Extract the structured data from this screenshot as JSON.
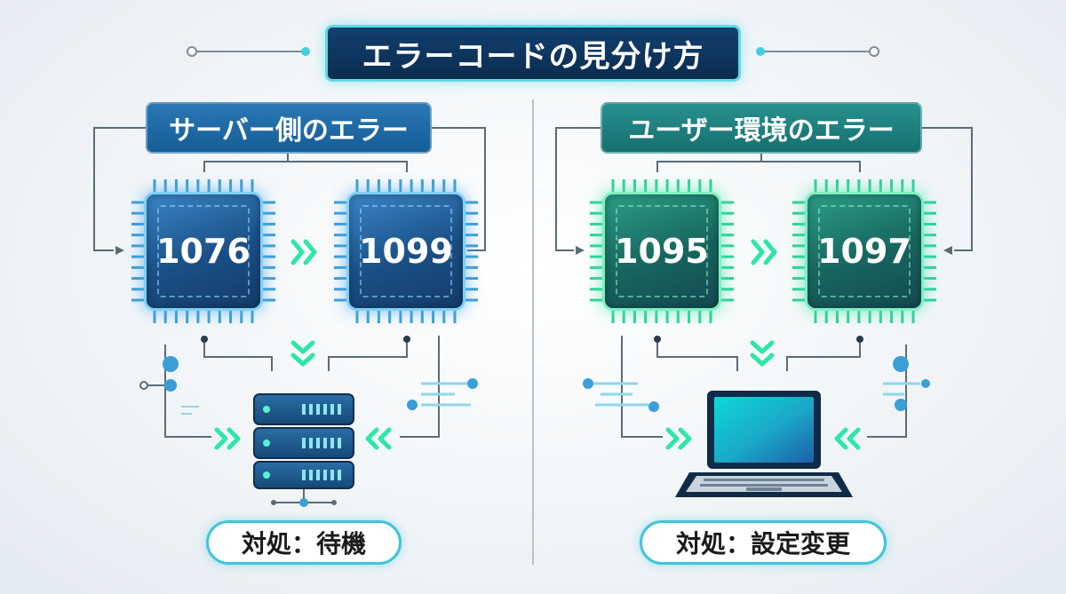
{
  "title": "エラーコードの見分け方",
  "sections": {
    "server": {
      "label": "サーバー側のエラー",
      "codes": [
        "1076",
        "1099"
      ],
      "action": "対処：待機"
    },
    "user": {
      "label": "ユーザー環境のエラー",
      "codes": [
        "1095",
        "1097"
      ],
      "action": "対処：設定変更"
    }
  },
  "icons": {
    "server_device": "server-rack-icon",
    "user_device": "laptop-icon"
  },
  "colors": {
    "title_bg": "#0b2c50",
    "accent_cyan": "#3fc5d9",
    "server_blue": "#1a4f86",
    "user_green": "#17655e",
    "arrow_green": "#2ee6a8",
    "line": "#5b6b78"
  }
}
